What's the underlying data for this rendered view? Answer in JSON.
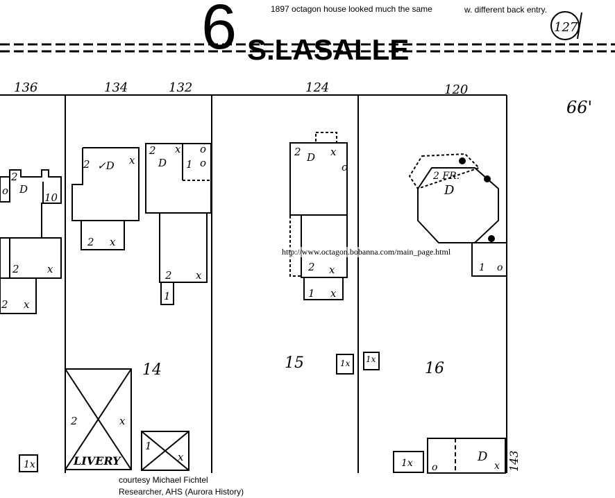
{
  "sheet_number": "6",
  "plate_number": "127",
  "street_name": "S.LASALLE",
  "street_width": "66'",
  "notes": {
    "top_left": "1897 octagon house looked much the same",
    "top_right": "w. different back entry.",
    "url": "http://www.octagon.bobanna.com/main_page.html",
    "credit_line1": "courtesy Michael Fichtel",
    "credit_line2": "Researcher, AHS   (Aurora History)"
  },
  "address_numbers": [
    "136",
    "134",
    "132",
    "124",
    "120"
  ],
  "lot_numbers": [
    "14",
    "15",
    "16"
  ],
  "corner_number": "143",
  "building_labels": {
    "livery": "LIVERY",
    "octagon_floors": "2 FR."
  }
}
